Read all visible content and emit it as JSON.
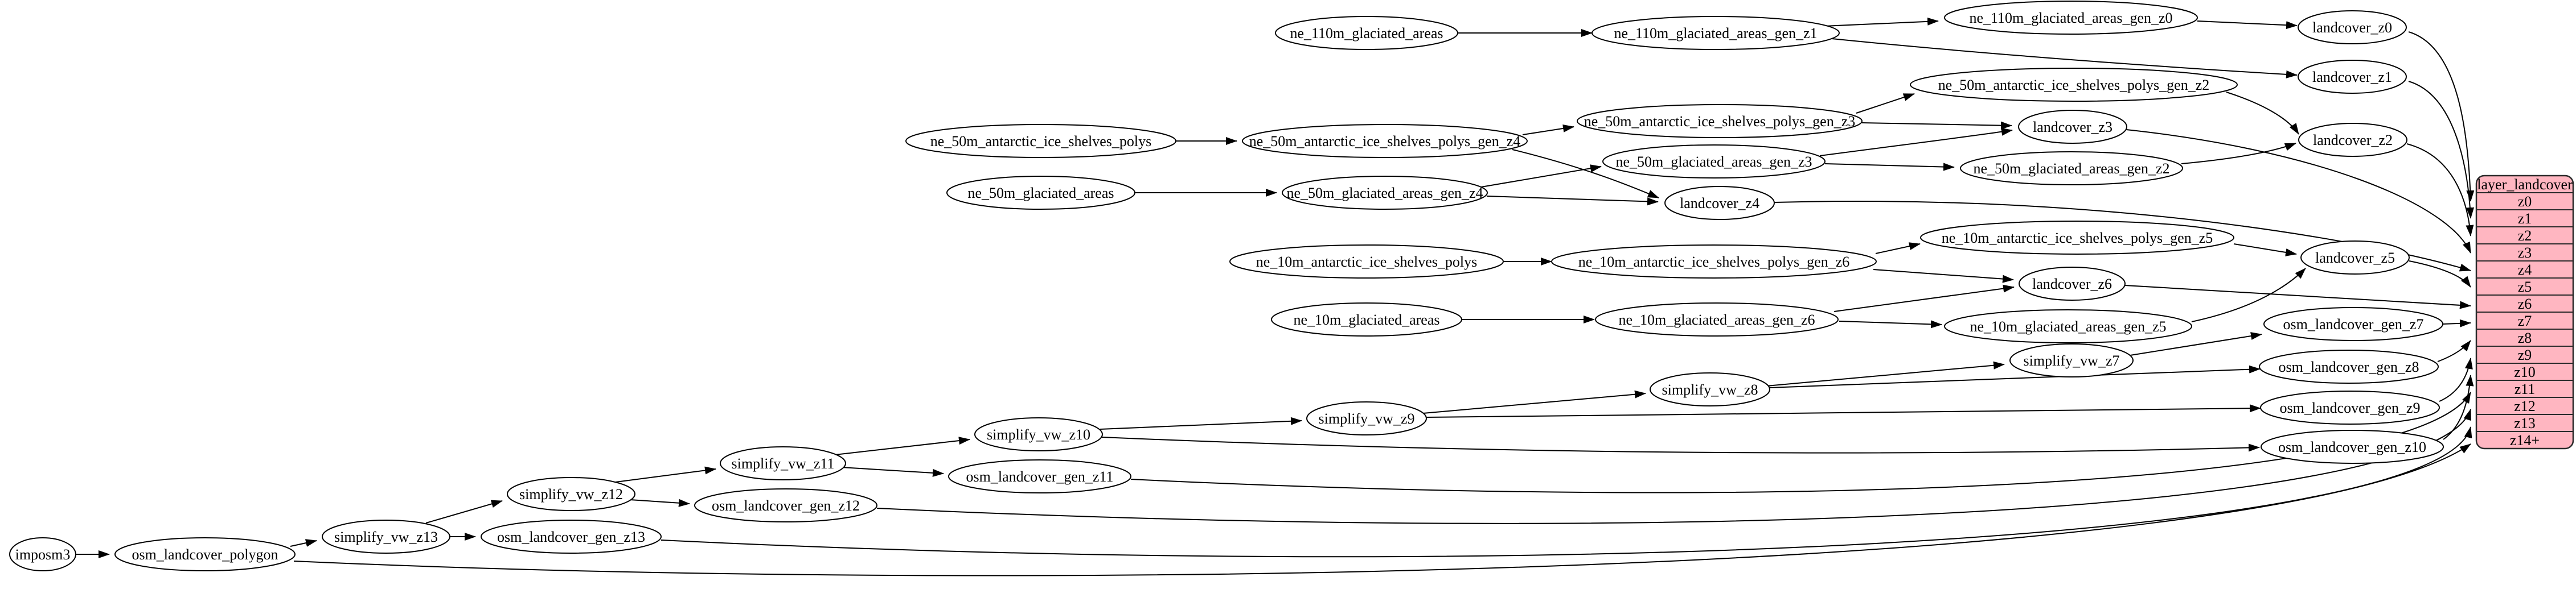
{
  "colors": {
    "background": "#ffffff",
    "node_fill": "#ffffff",
    "node_stroke": "#000000",
    "edge": "#000000",
    "table_fill": "#ffb6c1",
    "table_stroke": "#2b2b2b"
  },
  "table": {
    "header": "layer_landcover",
    "rows": [
      "z0",
      "z1",
      "z2",
      "z3",
      "z4",
      "z5",
      "z6",
      "z7",
      "z8",
      "z9",
      "z10",
      "z11",
      "z12",
      "z13",
      "z14+"
    ]
  },
  "nodes": [
    {
      "id": "imposm3",
      "label": "imposm3"
    },
    {
      "id": "osm_landcover_polygon",
      "label": "osm_landcover_polygon"
    },
    {
      "id": "simplify_vw_z13",
      "label": "simplify_vw_z13"
    },
    {
      "id": "osm_landcover_gen_z13",
      "label": "osm_landcover_gen_z13"
    },
    {
      "id": "simplify_vw_z12",
      "label": "simplify_vw_z12"
    },
    {
      "id": "osm_landcover_gen_z12",
      "label": "osm_landcover_gen_z12"
    },
    {
      "id": "simplify_vw_z11",
      "label": "simplify_vw_z11"
    },
    {
      "id": "osm_landcover_gen_z11",
      "label": "osm_landcover_gen_z11"
    },
    {
      "id": "simplify_vw_z10",
      "label": "simplify_vw_z10"
    },
    {
      "id": "simplify_vw_z9",
      "label": "simplify_vw_z9"
    },
    {
      "id": "simplify_vw_z8",
      "label": "simplify_vw_z8"
    },
    {
      "id": "simplify_vw_z7",
      "label": "simplify_vw_z7"
    },
    {
      "id": "osm_landcover_gen_z7",
      "label": "osm_landcover_gen_z7"
    },
    {
      "id": "osm_landcover_gen_z8",
      "label": "osm_landcover_gen_z8"
    },
    {
      "id": "osm_landcover_gen_z9",
      "label": "osm_landcover_gen_z9"
    },
    {
      "id": "osm_landcover_gen_z10",
      "label": "osm_landcover_gen_z10"
    },
    {
      "id": "ne_110m_glaciated_areas",
      "label": "ne_110m_glaciated_areas"
    },
    {
      "id": "ne_110m_glaciated_areas_gen_z1",
      "label": "ne_110m_glaciated_areas_gen_z1"
    },
    {
      "id": "ne_110m_glaciated_areas_gen_z0",
      "label": "ne_110m_glaciated_areas_gen_z0"
    },
    {
      "id": "landcover_z0",
      "label": "landcover_z0"
    },
    {
      "id": "landcover_z1",
      "label": "landcover_z1"
    },
    {
      "id": "ne_50m_antarctic_ice_shelves_polys",
      "label": "ne_50m_antarctic_ice_shelves_polys"
    },
    {
      "id": "ne_50m_antarctic_ice_shelves_polys_gen_z4",
      "label": "ne_50m_antarctic_ice_shelves_polys_gen_z4"
    },
    {
      "id": "ne_50m_antarctic_ice_shelves_polys_gen_z3",
      "label": "ne_50m_antarctic_ice_shelves_polys_gen_z3"
    },
    {
      "id": "ne_50m_antarctic_ice_shelves_polys_gen_z2",
      "label": "ne_50m_antarctic_ice_shelves_polys_gen_z2"
    },
    {
      "id": "landcover_z2",
      "label": "landcover_z2"
    },
    {
      "id": "ne_50m_glaciated_areas",
      "label": "ne_50m_glaciated_areas"
    },
    {
      "id": "ne_50m_glaciated_areas_gen_z4",
      "label": "ne_50m_glaciated_areas_gen_z4"
    },
    {
      "id": "ne_50m_glaciated_areas_gen_z3",
      "label": "ne_50m_glaciated_areas_gen_z3"
    },
    {
      "id": "ne_50m_glaciated_areas_gen_z2",
      "label": "ne_50m_glaciated_areas_gen_z2"
    },
    {
      "id": "landcover_z3",
      "label": "landcover_z3"
    },
    {
      "id": "landcover_z4",
      "label": "landcover_z4"
    },
    {
      "id": "ne_10m_antarctic_ice_shelves_polys",
      "label": "ne_10m_antarctic_ice_shelves_polys"
    },
    {
      "id": "ne_10m_antarctic_ice_shelves_polys_gen_z6",
      "label": "ne_10m_antarctic_ice_shelves_polys_gen_z6"
    },
    {
      "id": "ne_10m_antarctic_ice_shelves_polys_gen_z5",
      "label": "ne_10m_antarctic_ice_shelves_polys_gen_z5"
    },
    {
      "id": "ne_10m_glaciated_areas",
      "label": "ne_10m_glaciated_areas"
    },
    {
      "id": "ne_10m_glaciated_areas_gen_z6",
      "label": "ne_10m_glaciated_areas_gen_z6"
    },
    {
      "id": "ne_10m_glaciated_areas_gen_z5",
      "label": "ne_10m_glaciated_areas_gen_z5"
    },
    {
      "id": "landcover_z5",
      "label": "landcover_z5"
    },
    {
      "id": "landcover_z6",
      "label": "landcover_z6"
    }
  ],
  "edges": [
    "imposm3 -> osm_landcover_polygon",
    "osm_landcover_polygon -> simplify_vw_z13",
    "osm_landcover_polygon -> layer_landcover:z14+",
    "simplify_vw_z13 -> simplify_vw_z12",
    "simplify_vw_z13 -> osm_landcover_gen_z13",
    "osm_landcover_gen_z13 -> layer_landcover:z13",
    "simplify_vw_z12 -> simplify_vw_z11",
    "simplify_vw_z12 -> osm_landcover_gen_z12",
    "osm_landcover_gen_z12 -> layer_landcover:z12",
    "simplify_vw_z11 -> simplify_vw_z10",
    "simplify_vw_z11 -> osm_landcover_gen_z11",
    "osm_landcover_gen_z11 -> layer_landcover:z11",
    "simplify_vw_z10 -> simplify_vw_z9",
    "simplify_vw_z10 -> osm_landcover_gen_z10",
    "osm_landcover_gen_z10 -> layer_landcover:z10",
    "simplify_vw_z9 -> simplify_vw_z8",
    "simplify_vw_z9 -> osm_landcover_gen_z9",
    "osm_landcover_gen_z9 -> layer_landcover:z9",
    "simplify_vw_z8 -> simplify_vw_z7",
    "simplify_vw_z8 -> osm_landcover_gen_z8",
    "osm_landcover_gen_z8 -> layer_landcover:z8",
    "simplify_vw_z7 -> osm_landcover_gen_z7",
    "osm_landcover_gen_z7 -> layer_landcover:z7",
    "ne_110m_glaciated_areas -> ne_110m_glaciated_areas_gen_z1",
    "ne_110m_glaciated_areas_gen_z1 -> ne_110m_glaciated_areas_gen_z0",
    "ne_110m_glaciated_areas_gen_z1 -> landcover_z1",
    "ne_110m_glaciated_areas_gen_z0 -> landcover_z0",
    "landcover_z0 -> layer_landcover:z0",
    "landcover_z1 -> layer_landcover:z1",
    "ne_50m_antarctic_ice_shelves_polys -> ne_50m_antarctic_ice_shelves_polys_gen_z4",
    "ne_50m_antarctic_ice_shelves_polys_gen_z4 -> ne_50m_antarctic_ice_shelves_polys_gen_z3",
    "ne_50m_antarctic_ice_shelves_polys_gen_z4 -> landcover_z4",
    "ne_50m_antarctic_ice_shelves_polys_gen_z3 -> ne_50m_antarctic_ice_shelves_polys_gen_z2",
    "ne_50m_antarctic_ice_shelves_polys_gen_z3 -> landcover_z3",
    "ne_50m_antarctic_ice_shelves_polys_gen_z2 -> landcover_z2",
    "ne_50m_glaciated_areas -> ne_50m_glaciated_areas_gen_z4",
    "ne_50m_glaciated_areas_gen_z4 -> ne_50m_glaciated_areas_gen_z3",
    "ne_50m_glaciated_areas_gen_z4 -> landcover_z4",
    "ne_50m_glaciated_areas_gen_z3 -> ne_50m_glaciated_areas_gen_z2",
    "ne_50m_glaciated_areas_gen_z3 -> landcover_z3",
    "ne_50m_glaciated_areas_gen_z2 -> landcover_z2",
    "landcover_z2 -> layer_landcover:z2",
    "landcover_z3 -> layer_landcover:z3",
    "landcover_z4 -> layer_landcover:z4",
    "ne_10m_antarctic_ice_shelves_polys -> ne_10m_antarctic_ice_shelves_polys_gen_z6",
    "ne_10m_antarctic_ice_shelves_polys_gen_z6 -> ne_10m_antarctic_ice_shelves_polys_gen_z5",
    "ne_10m_antarctic_ice_shelves_polys_gen_z6 -> landcover_z6",
    "ne_10m_antarctic_ice_shelves_polys_gen_z5 -> landcover_z5",
    "ne_10m_glaciated_areas -> ne_10m_glaciated_areas_gen_z6",
    "ne_10m_glaciated_areas_gen_z6 -> ne_10m_glaciated_areas_gen_z5",
    "ne_10m_glaciated_areas_gen_z6 -> landcover_z6",
    "ne_10m_glaciated_areas_gen_z5 -> landcover_z5",
    "landcover_z5 -> layer_landcover:z5",
    "landcover_z6 -> layer_landcover:z6"
  ]
}
